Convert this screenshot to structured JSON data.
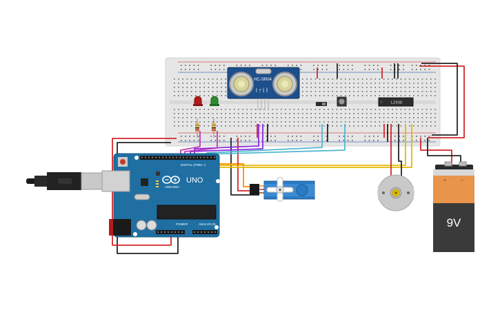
{
  "circuit": {
    "sensor_label": "HC-SR04",
    "sensor_pins": [
      "VCC",
      "Trig",
      "Echo",
      "GND"
    ],
    "arduino_brand": "ARDUINO",
    "arduino_model": "UNO",
    "arduino_header_digital": "DIGITAL (PWM ~)",
    "arduino_header_power": "POWER",
    "arduino_header_analog": "ANALOG IN",
    "driver_chip_label": "L293D",
    "battery_label": "9V",
    "battery_plus": "+",
    "battery_minus": "−"
  },
  "colors": {
    "breadboard": "#e6e6e6",
    "arduino_board": "#1f6fa3",
    "sensor_board": "#1d4f8c",
    "wire_red": "#d1262a",
    "wire_black": "#222222",
    "wire_purple": "#8a2be2",
    "wire_magenta": "#c23ab5",
    "wire_cyan": "#4fb7d1",
    "wire_yellow": "#e6b800",
    "wire_orange": "#ff8c00",
    "servo_body": "#2b7bc4",
    "battery_body": "#3a3a3a",
    "battery_top": "#e8944a",
    "led_red": "#b31b1b",
    "led_green": "#2e8b2e"
  }
}
